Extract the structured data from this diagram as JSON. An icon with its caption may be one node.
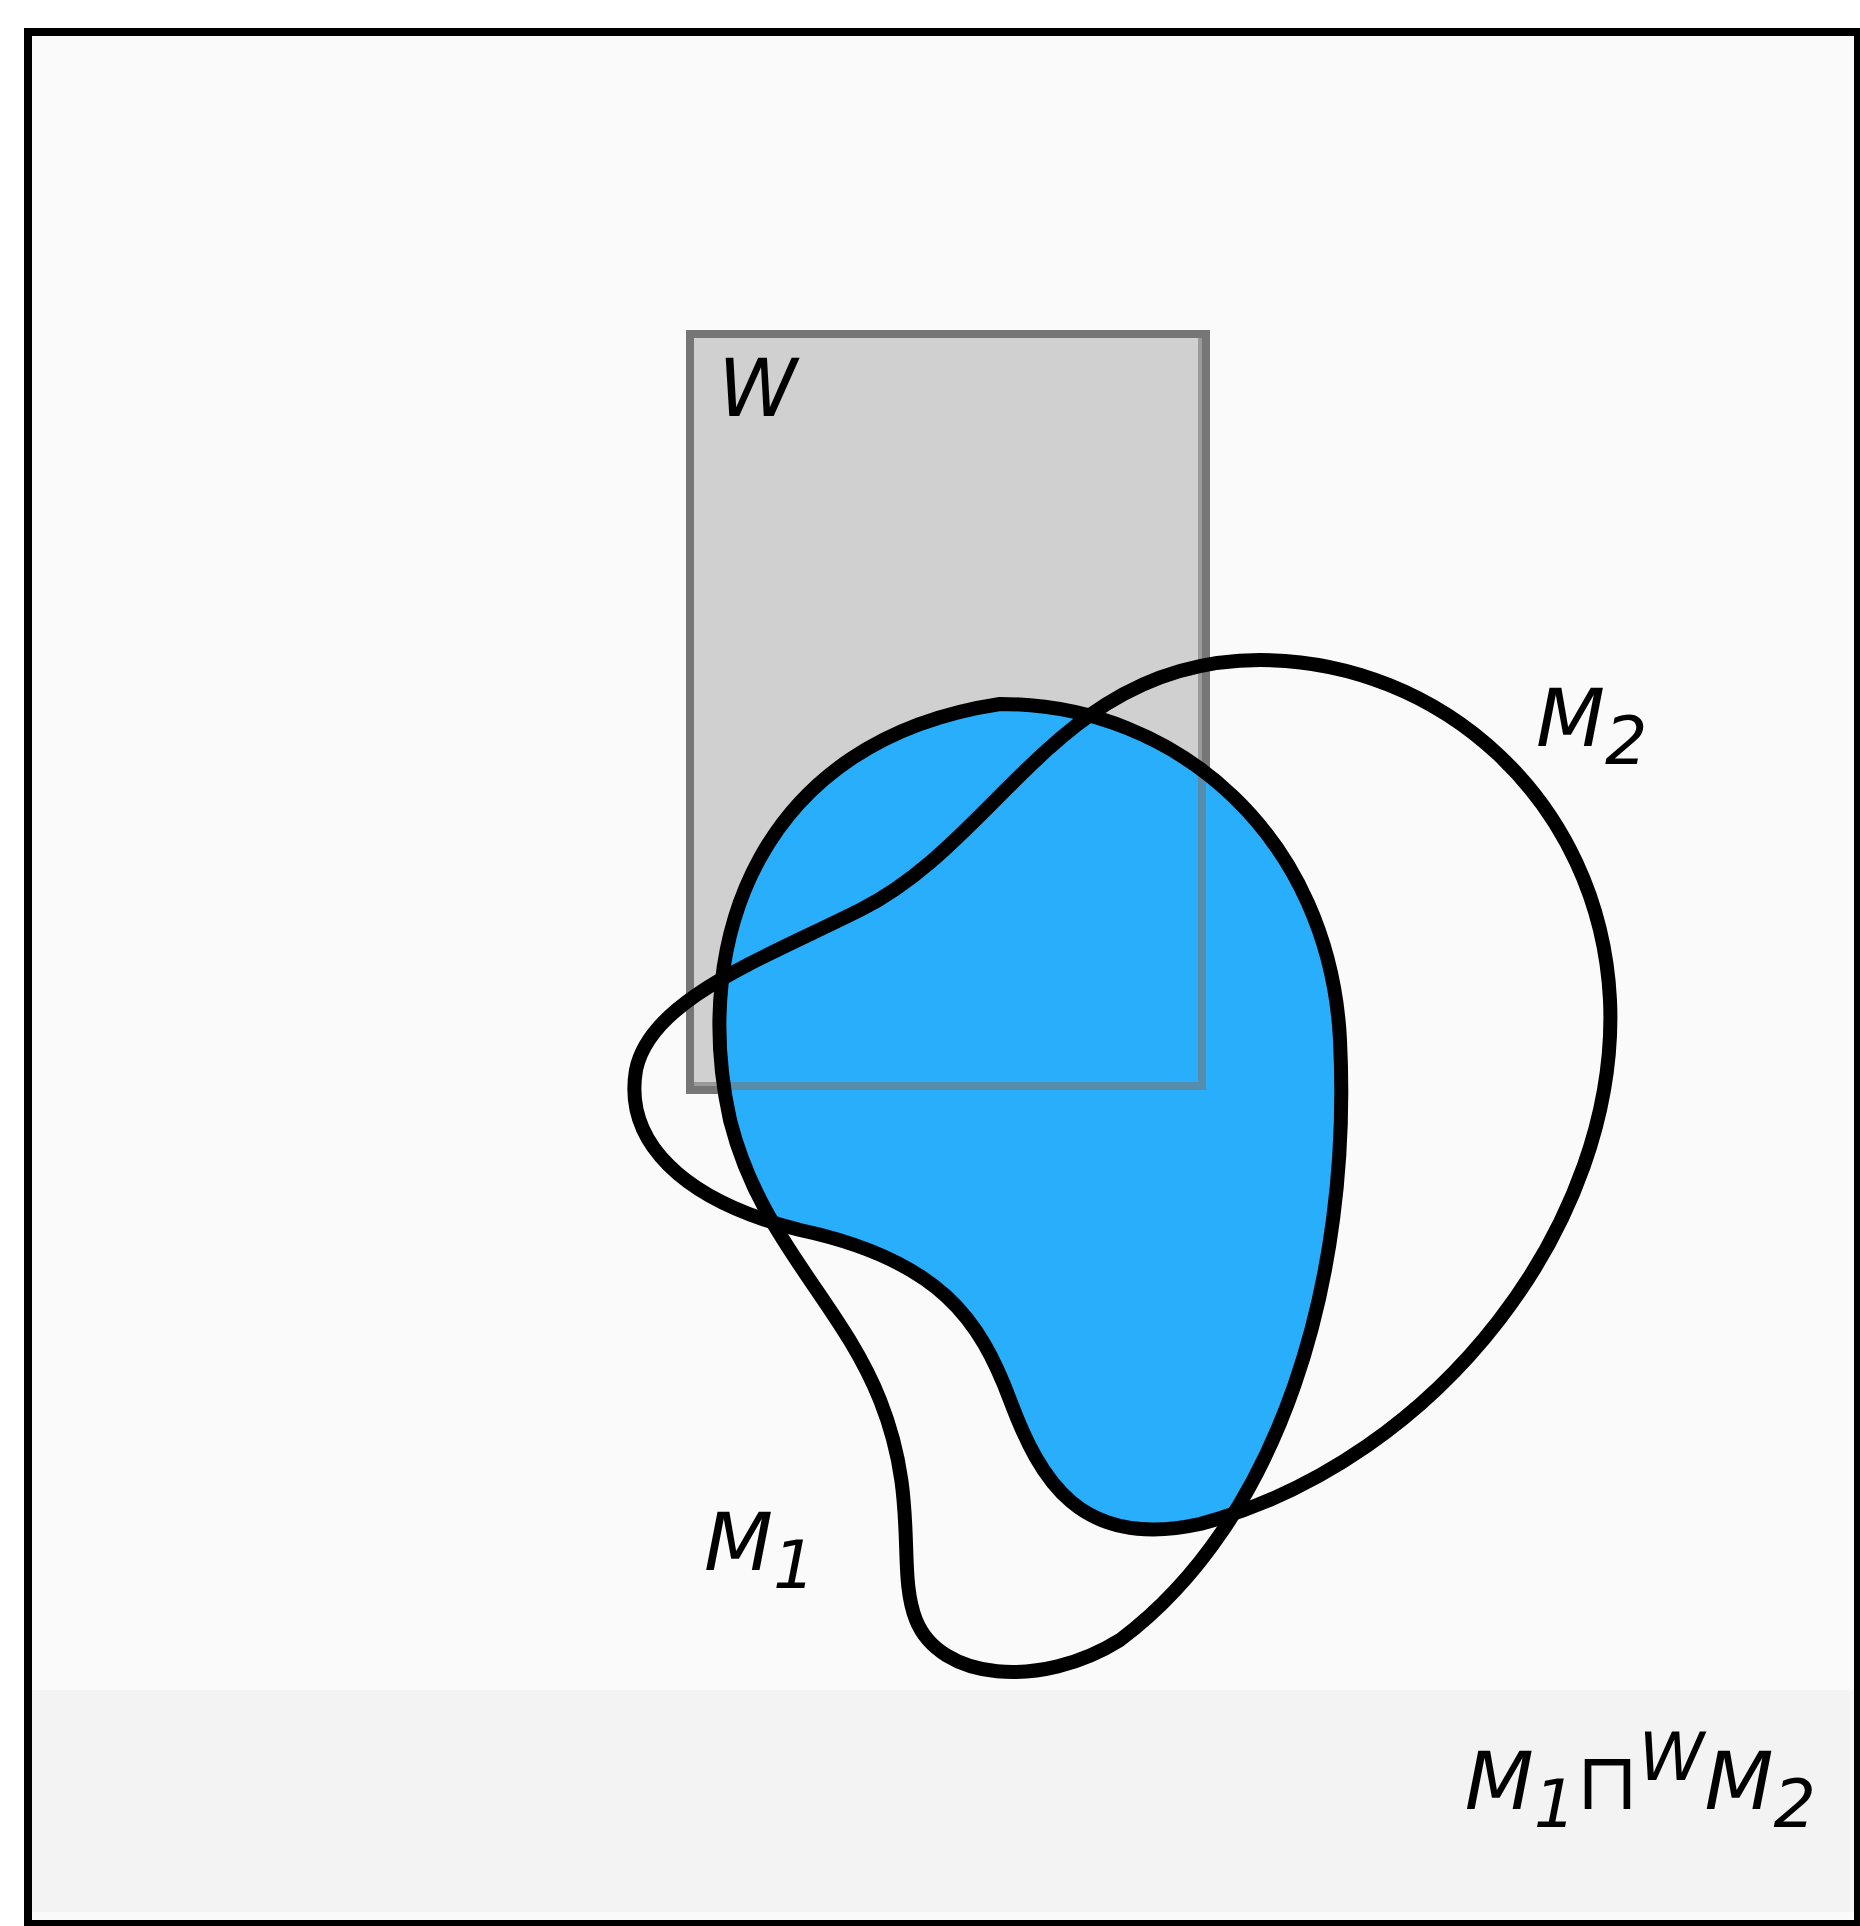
{
  "diagram": {
    "caption": "M$_{1}$⊓$^{W}$M$_{2}$",
    "nodes": [
      {
        "text": [
          "W"
        ]
      },
      {
        "text": [],
        "shape": "blob",
        "beside": [
          "M$_{1}$"
        ]
      },
      {
        "text": [],
        "shape": "blob",
        "beside": [
          "M$_{2}$"
        ]
      },
      {
        "text": [],
        "shape": "area"
      }
    ]
  }
}
